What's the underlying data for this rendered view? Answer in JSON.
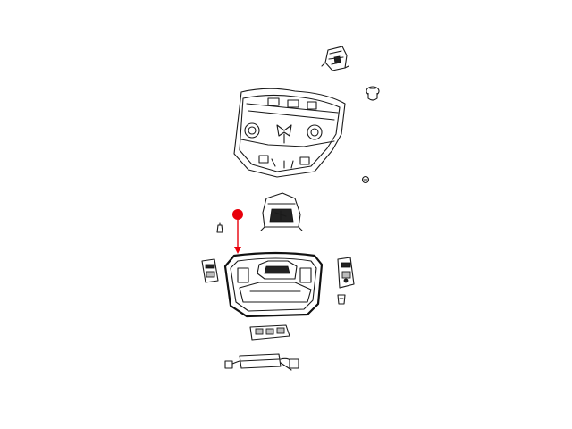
{
  "diagram": {
    "background": "#ffffff",
    "line_color": "#1a1a1a",
    "callout_color": "#e8000b",
    "parts": [
      {
        "id": "clip-bracket",
        "icon": "bracket-clip-icon"
      },
      {
        "id": "push-pin-fastener",
        "icon": "push-pin-icon"
      },
      {
        "id": "overhead-console-housing",
        "icon": "console-housing-icon"
      },
      {
        "id": "small-screw",
        "icon": "screw-icon"
      },
      {
        "id": "lamp-module",
        "icon": "lamp-module-icon"
      },
      {
        "id": "retainer-clip",
        "icon": "retainer-icon"
      },
      {
        "id": "switch-left",
        "icon": "switch-icon"
      },
      {
        "id": "overhead-console-bezel",
        "icon": "bezel-icon"
      },
      {
        "id": "switch-right",
        "icon": "switch-icon"
      },
      {
        "id": "connector-clip",
        "icon": "connector-icon"
      },
      {
        "id": "switch-bank",
        "icon": "switch-bank-icon"
      },
      {
        "id": "wiring-harness",
        "icon": "wiring-harness-icon"
      }
    ],
    "callout": {
      "highlighted_part": "overhead-console-bezel",
      "marker": "red-dot-arrow"
    }
  }
}
